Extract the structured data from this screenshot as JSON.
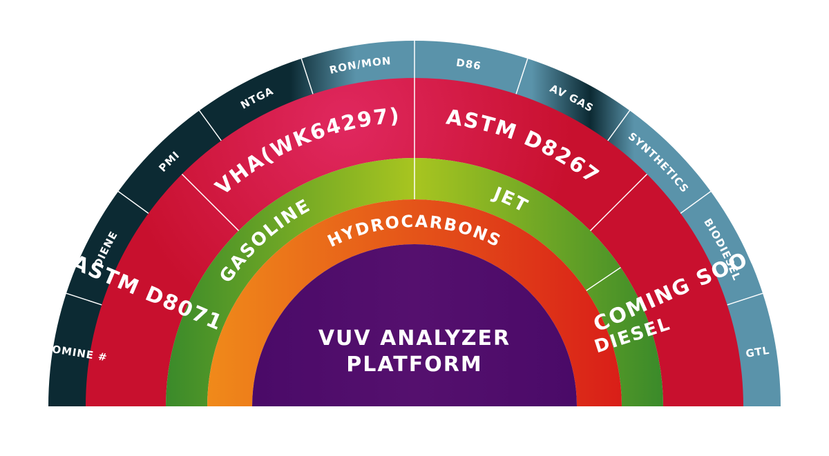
{
  "colors": {
    "outer_dark": "#0c2a33",
    "outer_light": "#5a93aa",
    "astm_red": "#c8102e",
    "astm_pink": "#e0285f",
    "fuel_green": "#3a8a2a",
    "fuel_lime": "#a8c520",
    "hc_orange": "#f08a1a",
    "hc_red": "#d91e18",
    "center_purple": "#4a0a68",
    "divider": "#ffffff"
  },
  "outer_ring": {
    "labels": [
      "BROMINE #",
      "DIENE",
      "PMI",
      "NTGA",
      "RON/MON",
      "D86",
      "AV GAS",
      "SYNTHETICS",
      "BIODIESEL",
      "GTL"
    ]
  },
  "astm_ring": {
    "labels": [
      "ASTM D8071",
      "VHA(WK64297)",
      "ASTM D8267",
      "COMING SOON"
    ]
  },
  "fuel_ring": {
    "labels": [
      "GASOLINE",
      "JET",
      "DIESEL"
    ]
  },
  "hydrocarbons_ring": {
    "label": "HYDROCARBONS"
  },
  "center": {
    "line1": "VUV ANALYZER",
    "line2": "PLATFORM"
  }
}
